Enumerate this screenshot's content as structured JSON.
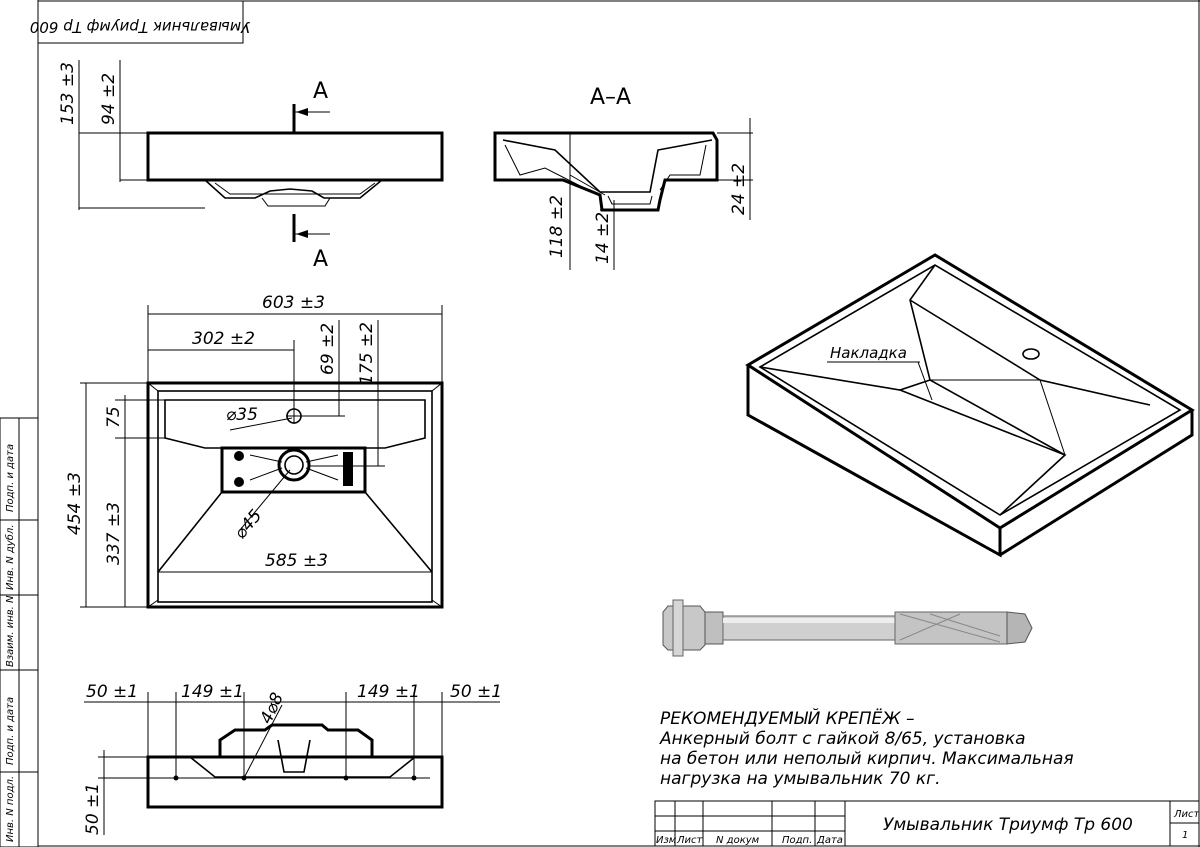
{
  "drawing_title": "Умывальник Триумф Тр 600",
  "mirrored_stamp": "Умывальник Триумф Тр 600",
  "section": {
    "marker": "А",
    "title": "А–А",
    "dims": {
      "depth_118": "118 ±2",
      "bottom_14": "14 ±2",
      "rim_24": "24 ±2"
    }
  },
  "side_view": {
    "height_153": "153 ±3",
    "height_94": "94 ±2"
  },
  "top_view": {
    "width_603": "603 ±3",
    "offset_302": "302 ±2",
    "hole_69": "69 ±2",
    "drain_175": "175 ±2",
    "shelf_75": "75",
    "depth_454": "454 ±3",
    "bowl_337": "337 ±3",
    "hole_d35": "35",
    "drain_d45": "45",
    "bowl_585": "585 ±3"
  },
  "bottom_view": {
    "edge_left": "50 ±1",
    "span_left": "149 ±1",
    "holes": "4",
    "hole_diam": "8",
    "span_right": "149 ±1",
    "edge_right": "50 ±1",
    "edge_front": "50 ±1"
  },
  "iso_label": "Накладка",
  "fastener_note": [
    "РЕКОМЕНДУЕМЫЙ КРЕПЁЖ –",
    "Анкерный болт с гайкой 8/65, установка",
    "на бетон или неполый кирпич. Максимальная",
    "нагрузка на умывальник 70 кг."
  ],
  "side_stamp": [
    "Подп. и дата",
    "Инв. N дубл.",
    "Взаим. инв. N",
    "Подп. и дата",
    "Инв. N подл."
  ],
  "title_block": {
    "cols": [
      "Изм",
      "Лист",
      "N докум",
      "Подп.",
      "Дата"
    ],
    "sheet_label": "Лист",
    "sheet_number": "1"
  }
}
